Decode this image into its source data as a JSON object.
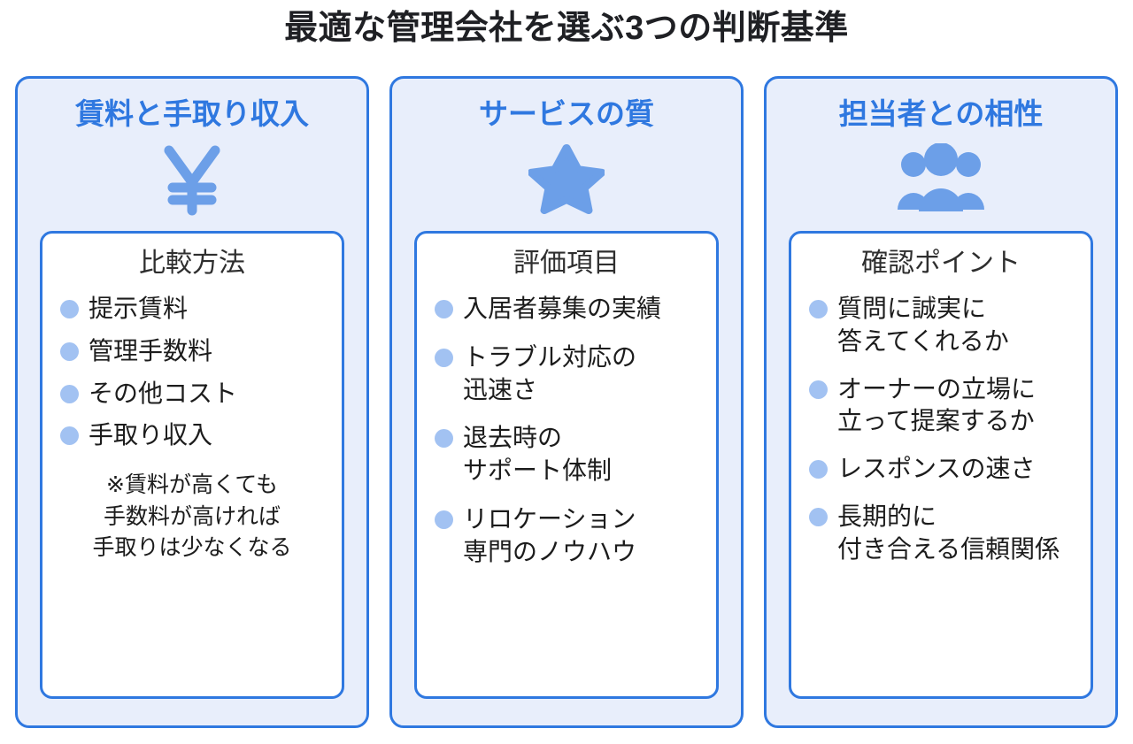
{
  "page": {
    "title": "最適な管理会社を選ぶ3つの判断基準"
  },
  "colors": {
    "accent_blue": "#2f78e0",
    "icon_blue": "#6c9fe8",
    "bullet_blue": "#a2c2f2",
    "card_bg": "#e8eefb",
    "panel_bg": "#ffffff",
    "title_dark": "#1f2024",
    "body_text": "#1c1c1c"
  },
  "cards": [
    {
      "title": "賃料と手取り収入",
      "icon": "yen-icon",
      "panel_title": "比較方法",
      "items": [
        "提示賃料",
        "管理手数料",
        "その他コスト",
        "手取り収入"
      ],
      "note": "※賃料が高くても\n手数料が高ければ\n手取りは少なくなる"
    },
    {
      "title": "サービスの質",
      "icon": "star-icon",
      "panel_title": "評価項目",
      "items": [
        "入居者募集の実績",
        "トラブル対応の\n迅速さ",
        "退去時の\nサポート体制",
        "リロケーション\n専門のノウハウ"
      ],
      "note": ""
    },
    {
      "title": "担当者との相性",
      "icon": "people-icon",
      "panel_title": "確認ポイント",
      "items": [
        "質問に誠実に\n答えてくれるか",
        "オーナーの立場に\n立って提案するか",
        "レスポンスの速さ",
        "長期的に\n付き合える信頼関係"
      ],
      "note": ""
    }
  ]
}
